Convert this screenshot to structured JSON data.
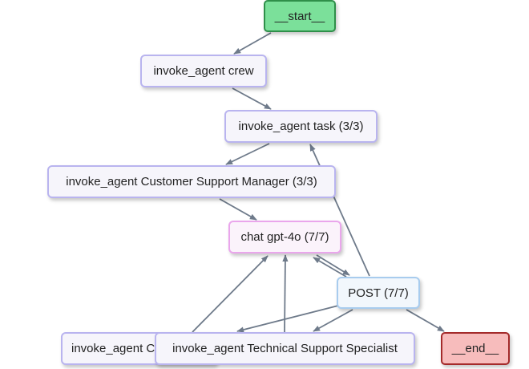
{
  "diagram": {
    "nodes": {
      "start": {
        "label": "__start__"
      },
      "crew": {
        "label": "invoke_agent crew"
      },
      "task": {
        "label": "invoke_agent task (3/3)"
      },
      "manager": {
        "label": "invoke_agent Customer Support Manager (3/3)"
      },
      "chat": {
        "label": "chat gpt-4o (7/7)"
      },
      "post": {
        "label": "POST (7/7)"
      },
      "customer_agent": {
        "label": "invoke_agent C"
      },
      "technical": {
        "label": "invoke_agent Technical Support Specialist"
      },
      "end": {
        "label": "__end__"
      }
    },
    "edges": [
      {
        "from": "start",
        "to": "crew"
      },
      {
        "from": "crew",
        "to": "task"
      },
      {
        "from": "task",
        "to": "manager"
      },
      {
        "from": "manager",
        "to": "chat"
      },
      {
        "from": "chat",
        "to": "post"
      },
      {
        "from": "post",
        "to": "chat"
      },
      {
        "from": "post",
        "to": "task"
      },
      {
        "from": "post",
        "to": "customer_agent"
      },
      {
        "from": "post",
        "to": "technical"
      },
      {
        "from": "post",
        "to": "end"
      },
      {
        "from": "customer_agent",
        "to": "chat"
      },
      {
        "from": "technical",
        "to": "chat"
      }
    ],
    "colors": {
      "edge": "#6e7a8a",
      "agent_border": "#b9b4ef",
      "llm_border": "#eaa6ec",
      "http_border": "#a8ccee",
      "start_fill": "#7be09a",
      "end_fill": "#f7bcbc"
    }
  }
}
